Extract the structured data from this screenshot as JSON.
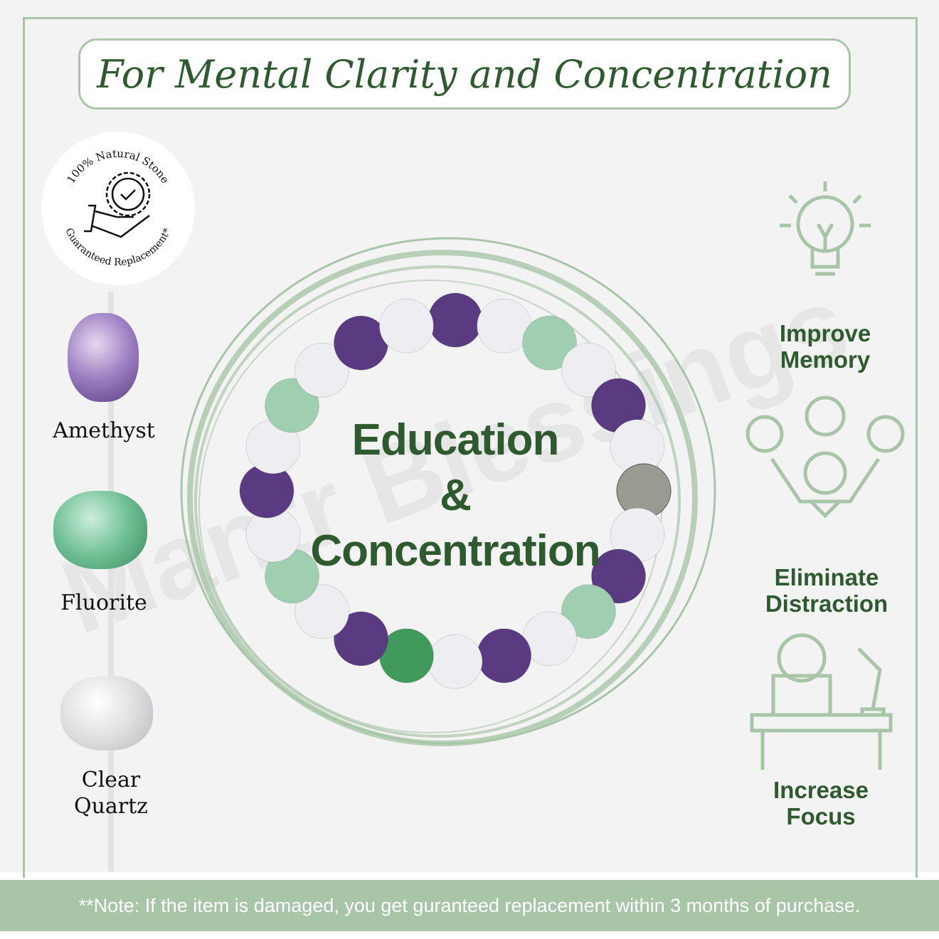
{
  "title": "For Mental Clarity and Concentration",
  "badge": {
    "top": "100% Natural Stone",
    "bottom": "Guaranteed Replacement*"
  },
  "stones": [
    {
      "name": "Amethyst"
    },
    {
      "name": "Fluorite"
    },
    {
      "name": "Clear",
      "name2": "Quartz"
    }
  ],
  "center": {
    "line1": "Education",
    "line2": "&",
    "line3": "Concentration"
  },
  "features": [
    {
      "l1": "Improve",
      "l2": "Memory",
      "icon": "lightbulb-brain-icon"
    },
    {
      "l1": "Eliminate",
      "l2": "Distraction",
      "icon": "distracted-person-icon"
    },
    {
      "l1": "Increase",
      "l2": "Focus",
      "icon": "person-at-desk-icon"
    }
  ],
  "watermark": "Mantr Blessings",
  "note": "**Note: If the item is damaged, you get guranteed replacement within 3 months of purchase.",
  "colors": {
    "green": "#2f5a2f",
    "light_green": "#a8c5a8"
  }
}
